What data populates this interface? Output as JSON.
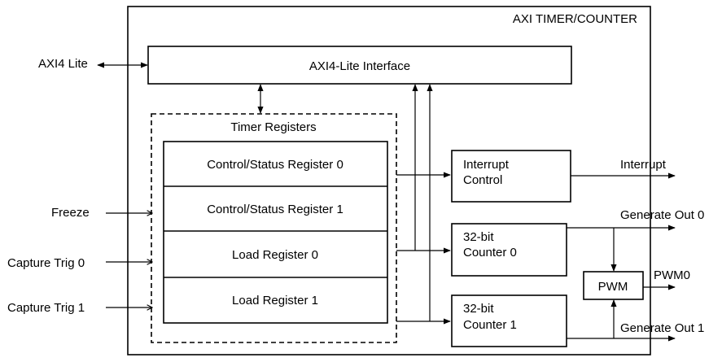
{
  "outer_title": "AXI TIMER/COUNTER",
  "interface_label": "AXI4-Lite Interface",
  "registers": {
    "group_title": "Timer Registers",
    "items": [
      "Control/Status Register 0",
      "Control/Status Register 1",
      "Load Register 0",
      "Load Register 1"
    ]
  },
  "blocks": {
    "interrupt_control": [
      "Interrupt",
      "Control"
    ],
    "counter0": [
      "32-bit",
      "Counter 0"
    ],
    "counter1": [
      "32-bit",
      "Counter 1"
    ],
    "pwm": "PWM"
  },
  "inputs": {
    "axi4_lite": "AXI4 Lite",
    "freeze": "Freeze",
    "capture_trig0": "Capture Trig 0",
    "capture_trig1": "Capture Trig 1"
  },
  "outputs": {
    "interrupt": "Interrupt",
    "generate_out0": "Generate Out 0",
    "pwm0": "PWM0",
    "generate_out1": "Generate Out 1"
  }
}
